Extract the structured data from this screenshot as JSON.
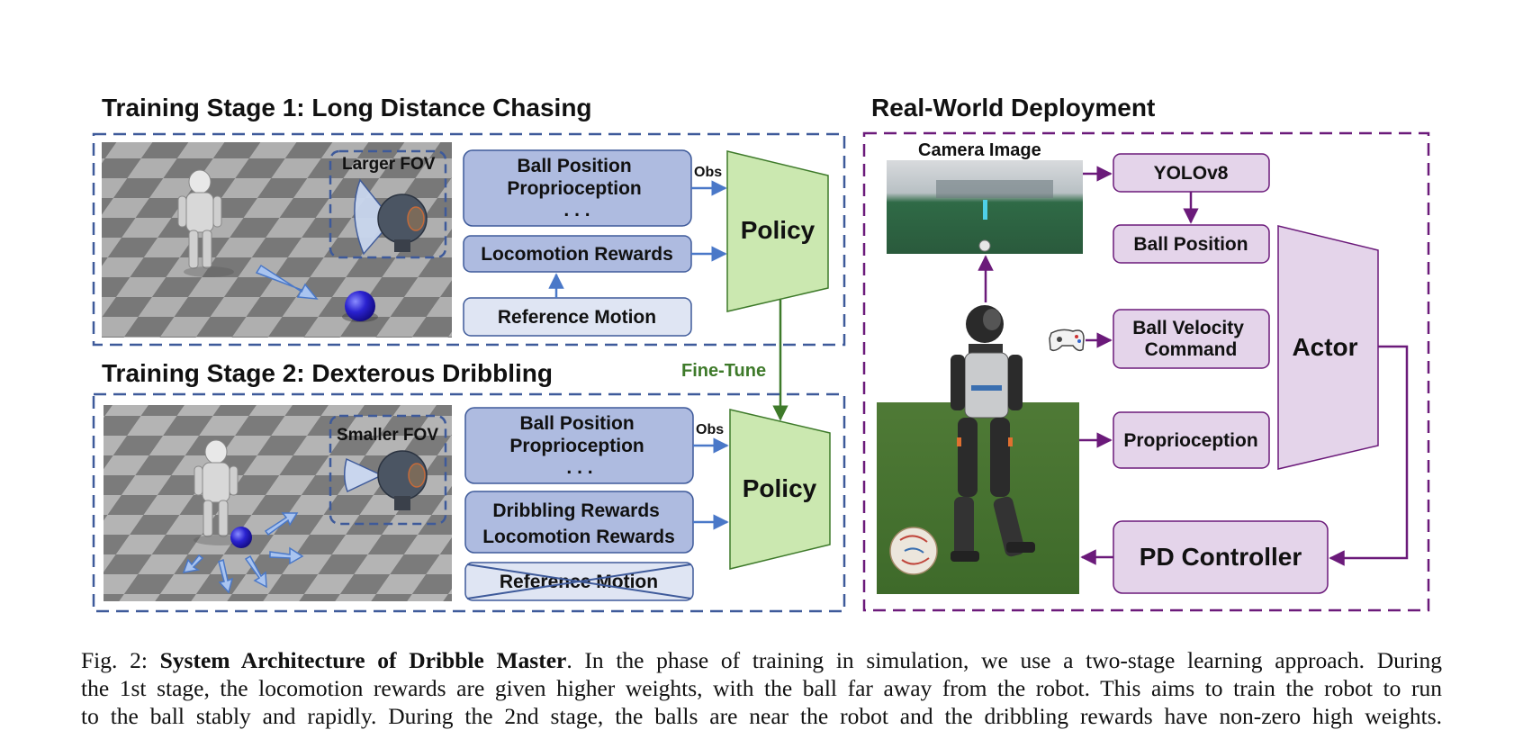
{
  "stage1": {
    "title": "Training Stage 1: Long Distance Chasing",
    "fov_label": "Larger FOV",
    "box_obs_line1": "Ball Position",
    "box_obs_line2": "Proprioception",
    "box_obs_line3": ". . .",
    "box_rewards": "Locomotion Rewards",
    "box_reference": "Reference Motion",
    "obs_label": "Obs",
    "policy_label": "Policy"
  },
  "finetune_label": "Fine-Tune",
  "stage2": {
    "title": "Training Stage 2: Dexterous Dribbling",
    "fov_label": "Smaller FOV",
    "box_obs_line1": "Ball Position",
    "box_obs_line2": "Proprioception",
    "box_obs_line3": ". . .",
    "box_rewards_line1": "Dribbling Rewards",
    "box_rewards_line2": "Locomotion Rewards",
    "box_reference": "Reference Motion",
    "obs_label": "Obs",
    "policy_label": "Policy"
  },
  "deployment": {
    "title": "Real-World Deployment",
    "camera_label": "Camera Image",
    "yolo": "YOLOv8",
    "ball_position": "Ball Position",
    "ball_velocity_line1": "Ball Velocity",
    "ball_velocity_line2": "Command",
    "proprioception": "Proprioception",
    "actor": "Actor",
    "pd_controller": "PD Controller"
  },
  "caption": {
    "prefix": "Fig. 2: ",
    "bold": "System Architecture of Dribble Master",
    "line1_rest": ". In the phase of training in simulation, we use a two-stage learning approach. During",
    "line2": "the 1st stage, the locomotion rewards are given higher weights, with the ball far away from the robot. This aims to train the robot to run",
    "line3": "to the ball stably and rapidly. During the 2nd stage, the balls are near the robot and the dribbling rewards have non-zero high weights."
  },
  "colors": {
    "blue_box": "#aebbe0",
    "blue_light": "#dfe5f3",
    "blue_stroke": "#3e5a9a",
    "green_policy": "#cbe8b0",
    "green_stroke": "#3e7a2a",
    "purple_box": "#e4d4ea",
    "purple_stroke": "#6b1a7a"
  }
}
